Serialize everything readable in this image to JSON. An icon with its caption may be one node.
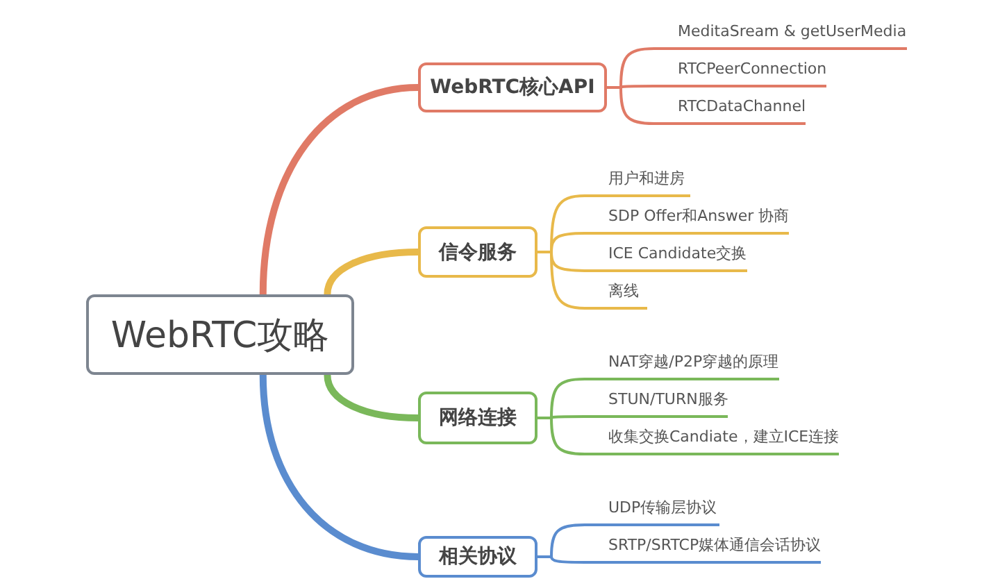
{
  "diagram": {
    "nodes": [
      {
        "text": [
          "WebRTC攻略"
        ]
      },
      {
        "text": [
          "WebRTC核心API"
        ]
      },
      {
        "text": [
          "MeditaSream & getUserMedia"
        ]
      },
      {
        "text": [
          "RTCPeerConnection"
        ]
      },
      {
        "text": [
          "RTCDataChannel"
        ]
      },
      {
        "text": [
          "信令服务"
        ]
      },
      {
        "text": [
          "用户和进房"
        ]
      },
      {
        "text": [
          "SDP Offer和Answer 协商"
        ]
      },
      {
        "text": [
          "ICE Candidate交换"
        ]
      },
      {
        "text": [
          "离线"
        ]
      },
      {
        "text": [
          "网络连接"
        ]
      },
      {
        "text": [
          "NAT穿越/P2P穿越的原理"
        ]
      },
      {
        "text": [
          "STUN/TURN服务"
        ]
      },
      {
        "text": [
          "收集交换Candiate，建立ICE连接"
        ]
      },
      {
        "text": [
          "相关协议"
        ]
      },
      {
        "text": [
          "UDP传输层协议"
        ]
      },
      {
        "text": [
          "SRTP/SRTCP媒体通信会话协议"
        ]
      }
    ],
    "edges": [
      {
        "from": 0,
        "to": 1,
        "arrow": "none",
        "style": "thick",
        "color": "#e07a66"
      },
      {
        "from": 1,
        "to": 2,
        "arrow": "none",
        "color": "#e07a66"
      },
      {
        "from": 1,
        "to": 3,
        "arrow": "none",
        "color": "#e07a66"
      },
      {
        "from": 1,
        "to": 4,
        "arrow": "none",
        "color": "#e07a66"
      },
      {
        "from": 0,
        "to": 5,
        "arrow": "none",
        "style": "thick",
        "color": "#e8b94a"
      },
      {
        "from": 5,
        "to": 6,
        "arrow": "none",
        "color": "#e8b94a"
      },
      {
        "from": 5,
        "to": 7,
        "arrow": "none",
        "color": "#e8b94a"
      },
      {
        "from": 5,
        "to": 8,
        "arrow": "none",
        "color": "#e8b94a"
      },
      {
        "from": 5,
        "to": 9,
        "arrow": "none",
        "color": "#e8b94a"
      },
      {
        "from": 0,
        "to": 10,
        "arrow": "none",
        "style": "thick",
        "color": "#7ab85a"
      },
      {
        "from": 10,
        "to": 11,
        "arrow": "none",
        "color": "#7ab85a"
      },
      {
        "from": 10,
        "to": 12,
        "arrow": "none",
        "color": "#7ab85a"
      },
      {
        "from": 10,
        "to": 13,
        "arrow": "none",
        "color": "#7ab85a"
      },
      {
        "from": 0,
        "to": 14,
        "arrow": "none",
        "style": "thick",
        "color": "#5a8ccf"
      },
      {
        "from": 14,
        "to": 15,
        "arrow": "none",
        "color": "#5a8ccf"
      },
      {
        "from": 14,
        "to": 16,
        "arrow": "none",
        "color": "#5a8ccf"
      }
    ]
  }
}
